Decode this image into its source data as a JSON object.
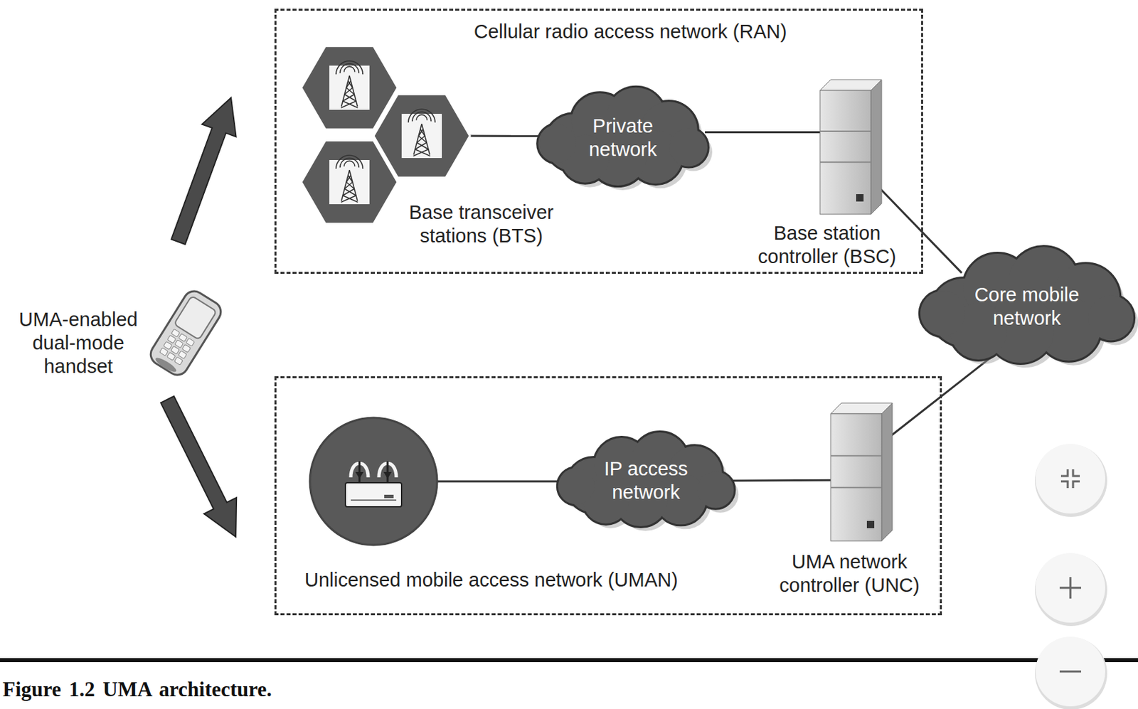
{
  "diagram": {
    "caption": "Figure 1.2 UMA architecture.",
    "nodes": [
      {
        "text": [
          "Cellular radio access network (RAN)"
        ]
      },
      {
        "text": [
          "Base transceiver stations (BTS)"
        ],
        "in": 0
      },
      {
        "text": [
          "Private network"
        ],
        "in": 0
      },
      {
        "text": [
          "Base station controller (BSC)"
        ],
        "in": 0
      },
      {
        "text": [
          "Core mobile network"
        ]
      },
      {
        "text": [
          "UMA-enabled dual-mode handset"
        ]
      },
      {
        "text": [
          "Unlicensed mobile access network (UMAN)"
        ]
      },
      {
        "text": [
          "IP access network"
        ],
        "in": 6
      },
      {
        "text": [
          "UMA network controller (UNC)"
        ],
        "in": 6
      }
    ],
    "edges": [
      {
        "from": 1,
        "to": 2,
        "arrow": "none"
      },
      {
        "from": 2,
        "to": 3,
        "arrow": "none"
      },
      {
        "from": 3,
        "to": 4,
        "arrow": "none"
      },
      {
        "from": 5,
        "to": 0,
        "arrow": "to"
      },
      {
        "from": 5,
        "to": 6,
        "arrow": "to"
      },
      {
        "from": 7,
        "to": 8,
        "arrow": "none"
      },
      {
        "from": 8,
        "to": 4,
        "arrow": "none"
      }
    ]
  }
}
